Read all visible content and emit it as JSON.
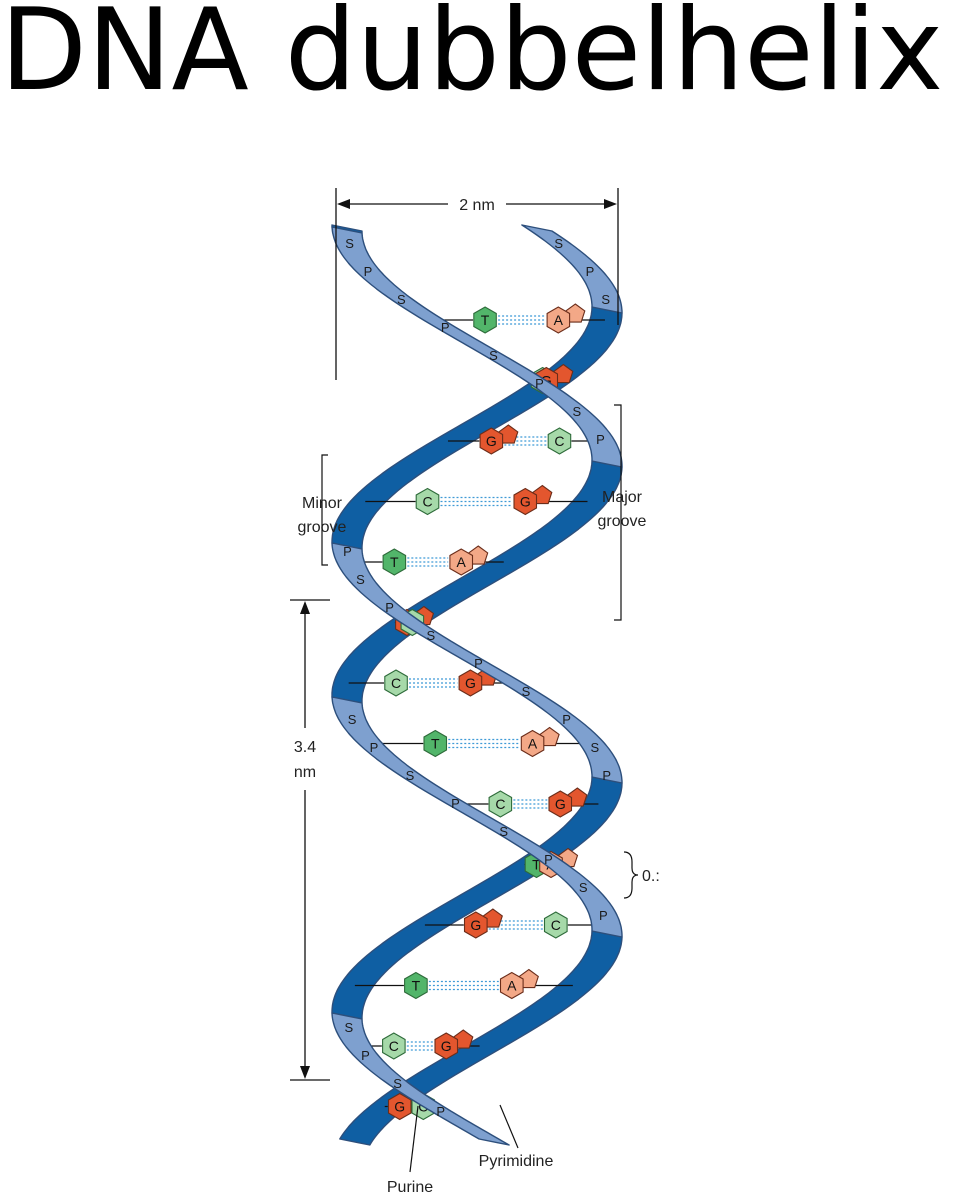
{
  "title": "DNA dubbelhelix",
  "labels": {
    "width": "2 nm",
    "minor_groove": [
      "Minor",
      "groove"
    ],
    "major_groove": [
      "Major",
      "groove"
    ],
    "pitch": [
      "3.4",
      "nm"
    ],
    "rise": "0.:",
    "purine": "Purine",
    "pyrimidine": "Pyrimidine"
  },
  "base_pairs": [
    {
      "left": "T",
      "right": "A"
    },
    {
      "left": "C",
      "right": "G"
    },
    {
      "left": "G",
      "right": "C"
    },
    {
      "left": "C",
      "right": "G"
    },
    {
      "left": "T",
      "right": "A"
    },
    {
      "left": "G",
      "right": "C"
    },
    {
      "left": "C",
      "right": "G"
    },
    {
      "left": "T",
      "right": "A"
    },
    {
      "left": "C",
      "right": "G"
    },
    {
      "left": "T",
      "right": "A"
    },
    {
      "left": "G",
      "right": "C"
    },
    {
      "left": "T",
      "right": "A"
    },
    {
      "left": "C",
      "right": "G"
    },
    {
      "left": "G",
      "right": "C"
    }
  ],
  "colors": {
    "strand_back": "#0f5fa3",
    "strand_front": "#7ea0cf",
    "strand_outline": "#2d4f7c",
    "A": "#f3a887",
    "G": "#e3562e",
    "T": "#52b56a",
    "C": "#a6d9a9",
    "hbond": "#3f9ad6"
  }
}
